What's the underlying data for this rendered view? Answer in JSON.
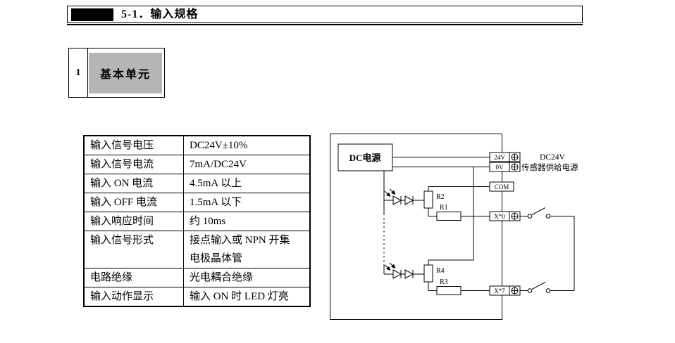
{
  "header": {
    "title": "5-1．输入规格"
  },
  "section_tab": {
    "number": "1",
    "label": "基本单元"
  },
  "spec_table": {
    "rows": [
      {
        "label": "输入信号电压",
        "value": "DC24V±10%"
      },
      {
        "label": "输入信号电流",
        "value": "7mA/DC24V"
      },
      {
        "label": "输入 ON 电流",
        "value": "4.5mA 以上"
      },
      {
        "label": "输入 OFF 电流",
        "value": "1.5mA 以下"
      },
      {
        "label": "输入响应时间",
        "value": "约 10ms"
      },
      {
        "label": "输入信号形式",
        "value": "接点输入或 NPN 开集\n电极晶体管"
      },
      {
        "label": "电路绝缘",
        "value": "光电耦合绝缘"
      },
      {
        "label": "输入动作显示",
        "value": "输入 ON 时 LED 灯亮"
      }
    ]
  },
  "diagram": {
    "power_label": "DC电源",
    "annotation_line1": "DC24V",
    "annotation_line2": "传感器供给电源",
    "terminals": {
      "v24": "24V",
      "v0": "0V",
      "com": "COM",
      "x0": "X*0",
      "x7": "X*7"
    },
    "resistors": {
      "r1": "R1",
      "r2": "R2",
      "r3": "R3",
      "r4": "R4"
    },
    "colors": {
      "line": "#000000",
      "tab_fill": "#b5b5b5"
    }
  }
}
